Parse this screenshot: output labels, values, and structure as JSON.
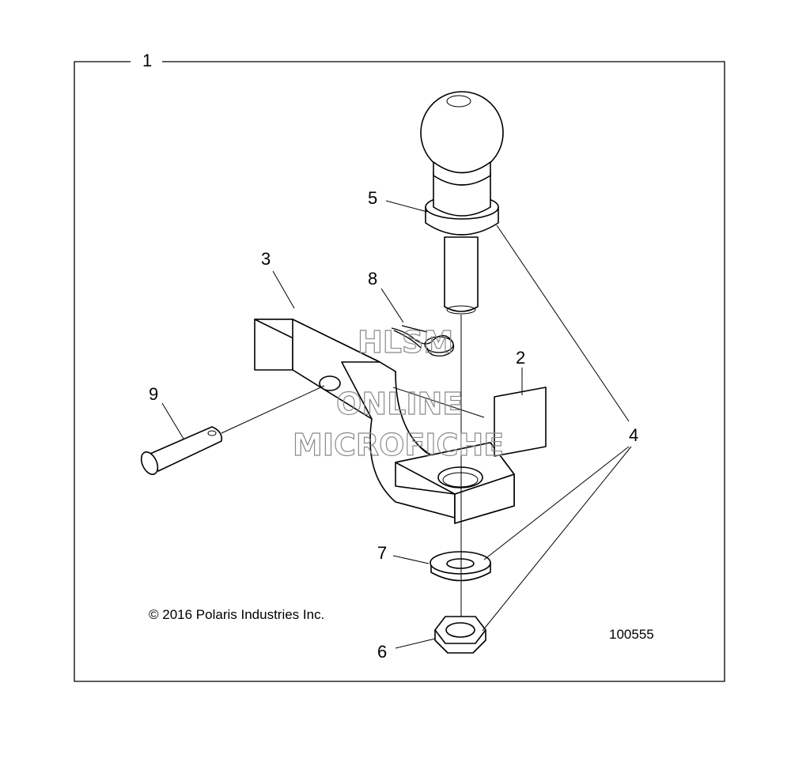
{
  "callouts": {
    "c1": "1",
    "c2": "2",
    "c3": "3",
    "c4": "4",
    "c5": "5",
    "c6": "6",
    "c7": "7",
    "c8": "8",
    "c9": "9"
  },
  "copyright": "© 2016 Polaris Industries Inc.",
  "diagram_number": "100555",
  "watermark": {
    "line1": "HLSM",
    "line2": "ONLINE",
    "line3": "MICROFICHE"
  }
}
